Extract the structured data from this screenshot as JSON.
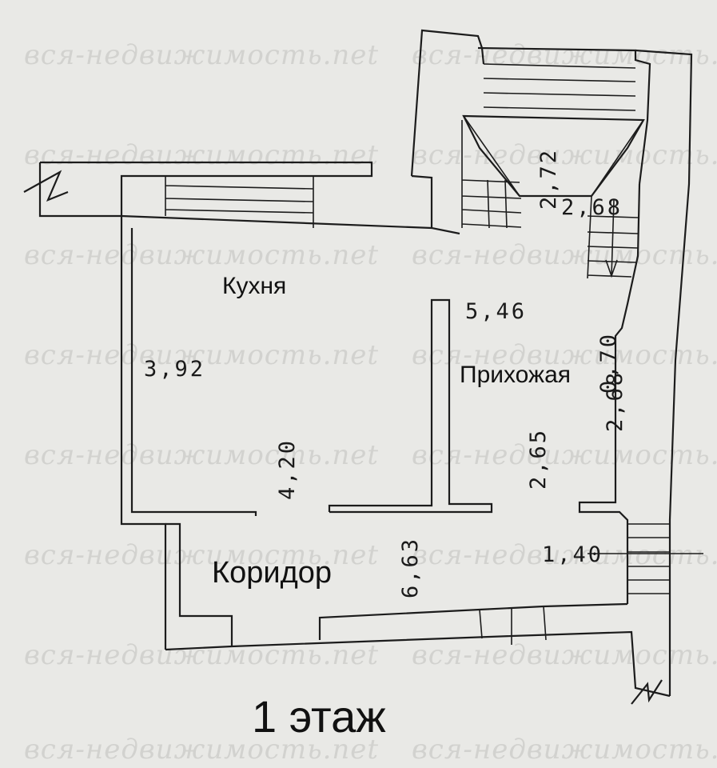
{
  "watermark": "вся-недвижимость.net",
  "rooms": {
    "kitchen": "Кухня",
    "hallway": "Прихожая",
    "corridor": "Коридор"
  },
  "dimensions": {
    "stair_run": "2,72",
    "stair_width": "2,68",
    "hallway_length": "5,46",
    "kitchen_width": "3,92",
    "kitchen_length": "4,20",
    "hallway_door": "0,70",
    "hallway_width": "2,68",
    "hallway_depth": "2,65",
    "corridor_length": "6,63",
    "corridor_width": "1,40"
  },
  "floor_label": "1 этаж"
}
